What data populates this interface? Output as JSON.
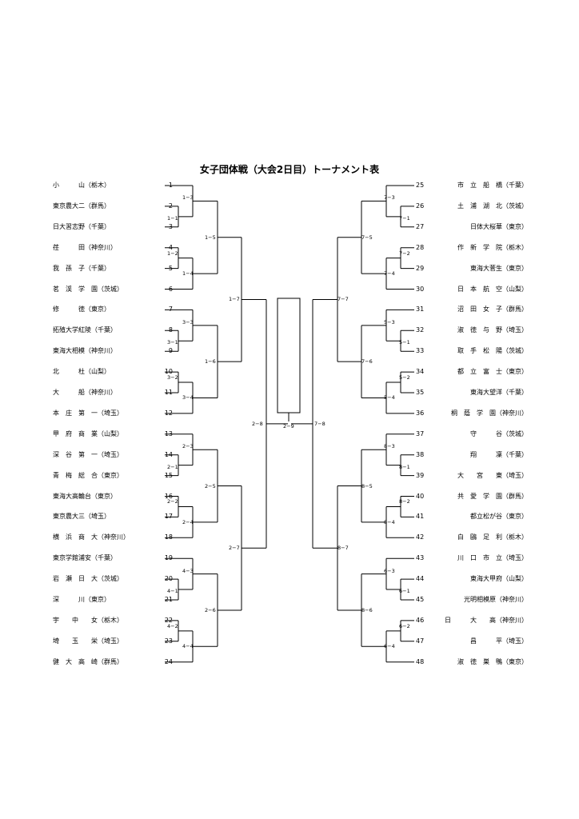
{
  "title": "女子団体戦（大会2日目）トーナメント表",
  "left_teams": [
    {
      "seed": "1",
      "name": "小　　　山（栃木）"
    },
    {
      "seed": "2",
      "name": "東京農大二（群馬）"
    },
    {
      "seed": "3",
      "name": "日大習志野（千葉）"
    },
    {
      "seed": "4",
      "name": "荏　　　田（神奈川）"
    },
    {
      "seed": "5",
      "name": "我　孫　子（千葉）"
    },
    {
      "seed": "6",
      "name": "茗　渓　学　園（茨城）"
    },
    {
      "seed": "7",
      "name": "修　　　徳（東京）"
    },
    {
      "seed": "8",
      "name": "拓殖大学紅陵（千葉）"
    },
    {
      "seed": "9",
      "name": "東海大相模（神奈川）"
    },
    {
      "seed": "10",
      "name": "北　　　杜（山梨）"
    },
    {
      "seed": "11",
      "name": "大　　　船（神奈川）"
    },
    {
      "seed": "12",
      "name": "本　庄　第　一（埼玉）"
    },
    {
      "seed": "13",
      "name": "甲　府　商　業（山梨）"
    },
    {
      "seed": "14",
      "name": "深　谷　第　一（埼玉）"
    },
    {
      "seed": "15",
      "name": "青　梅　総　合（東京）"
    },
    {
      "seed": "16",
      "name": "東海大高輪台（東京）"
    },
    {
      "seed": "17",
      "name": "東京農大三（埼玉）"
    },
    {
      "seed": "18",
      "name": "横　浜　商　大（神奈川）"
    },
    {
      "seed": "19",
      "name": "東京学館浦安（千葉）"
    },
    {
      "seed": "20",
      "name": "岩　瀬　日　大（茨城）"
    },
    {
      "seed": "21",
      "name": "深　　　川（東京）"
    },
    {
      "seed": "22",
      "name": "宇　　中　　女（栃木）"
    },
    {
      "seed": "23",
      "name": "埼　　玉　　栄（埼玉）"
    },
    {
      "seed": "24",
      "name": "健　大　高　崎（群馬）"
    }
  ],
  "right_teams": [
    {
      "seed": "25",
      "name": "市　立　船　橋（千葉）"
    },
    {
      "seed": "26",
      "name": "土　浦　湖　北（茨城）"
    },
    {
      "seed": "27",
      "name": "日体大桜華（東京）"
    },
    {
      "seed": "28",
      "name": "作　新　学　院（栃木）"
    },
    {
      "seed": "29",
      "name": "東海大菅生（東京）"
    },
    {
      "seed": "30",
      "name": "日　本　航　空（山梨）"
    },
    {
      "seed": "31",
      "name": "沼　田　女　子（群馬）"
    },
    {
      "seed": "32",
      "name": "淑　徳　与　野（埼玉）"
    },
    {
      "seed": "33",
      "name": "取　手　松　陽（茨城）"
    },
    {
      "seed": "34",
      "name": "都　立　富　士（東京）"
    },
    {
      "seed": "35",
      "name": "東海大望洋（千葉）"
    },
    {
      "seed": "36",
      "name": "桐　蔭　学　園（神奈川）"
    },
    {
      "seed": "37",
      "name": "守　　　谷（茨城）"
    },
    {
      "seed": "38",
      "name": "翔　　　凜（千葉）"
    },
    {
      "seed": "39",
      "name": "大　　宮　　東（埼玉）"
    },
    {
      "seed": "40",
      "name": "共　愛　学　園（群馬）"
    },
    {
      "seed": "41",
      "name": "都立松が谷（東京）"
    },
    {
      "seed": "42",
      "name": "白　鷗　足　利（栃木）"
    },
    {
      "seed": "43",
      "name": "川　口　市　立（埼玉）"
    },
    {
      "seed": "44",
      "name": "東海大甲府（山梨）"
    },
    {
      "seed": "45",
      "name": "光明相模原（神奈川）"
    },
    {
      "seed": "46",
      "name": "日　　　大　　高（神奈川）"
    },
    {
      "seed": "47",
      "name": "昌　　　平（埼玉）"
    },
    {
      "seed": "48",
      "name": "淑　徳　巣　鴨（東京）"
    }
  ],
  "match_labels": {
    "m1_3": "1−3",
    "m1_1": "1−1",
    "m1_2": "1−2",
    "m1_4": "1−4",
    "m1_5": "1−5",
    "m1_7": "1−7",
    "m3_3": "3−3",
    "m3_1": "3−1",
    "m3_2": "3−2",
    "m3_4": "3−4",
    "m1_6": "1−6",
    "m2_3": "2−3",
    "m2_1": "2−1",
    "m2_2": "2−2",
    "m2_4": "2−4",
    "m2_5": "2−5",
    "m2_7": "2−7",
    "m4_3": "4−3",
    "m4_1": "4−1",
    "m4_2": "4−2",
    "m4_4": "4−4",
    "m2_6": "2−6",
    "m2_8": "2−8",
    "m2_9": "2−9",
    "m7_8": "7−8",
    "m7_3": "7−3",
    "m7_1": "7−1",
    "m7_2": "7−2",
    "m7_4": "7−4",
    "m7_5": "7−5",
    "m7_7": "7−7",
    "m5_3": "5−3",
    "m5_1": "5−1",
    "m5_2": "5−2",
    "m5_4": "5−4",
    "m7_6": "7−6",
    "m8_3": "8−3",
    "m8_1": "8−1",
    "m8_2": "8−2",
    "m8_4": "8−4",
    "m8_5": "8−5",
    "m8_7": "8−7",
    "m6_3": "6−3",
    "m6_1": "6−1",
    "m6_2": "6−2",
    "m6_4": "6−4",
    "m8_6": "8−6"
  }
}
